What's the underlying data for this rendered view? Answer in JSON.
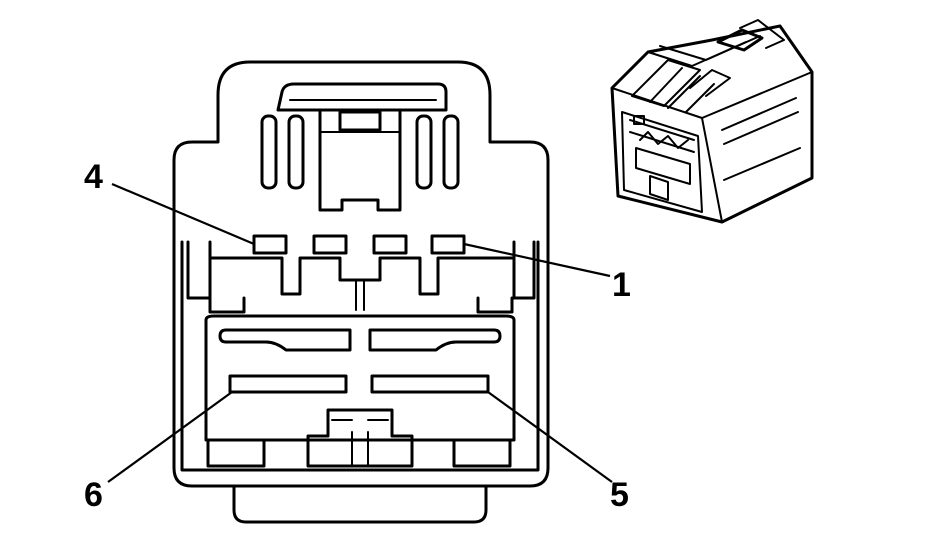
{
  "diagram": {
    "pin_labels": {
      "pin_1": "1",
      "pin_4": "4",
      "pin_5": "5",
      "pin_6": "6"
    }
  }
}
